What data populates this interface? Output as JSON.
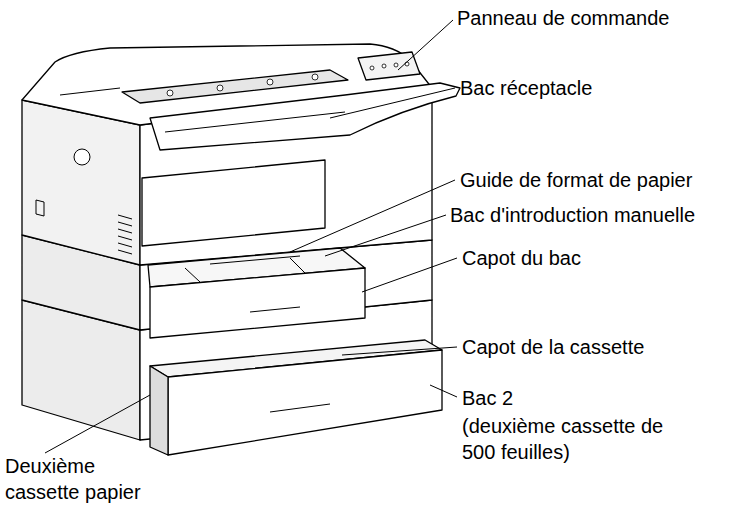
{
  "diagram": {
    "labels": [
      "Panneau de commande",
      "Bac réceptacle",
      "Guide de format de papier",
      "Bac d'introduction manuelle",
      "Capot du bac",
      "Capot de la cassette",
      "Bac 2",
      "(deuxième cassette de 500 feuilles)",
      "Deuxième cassette papier"
    ]
  }
}
